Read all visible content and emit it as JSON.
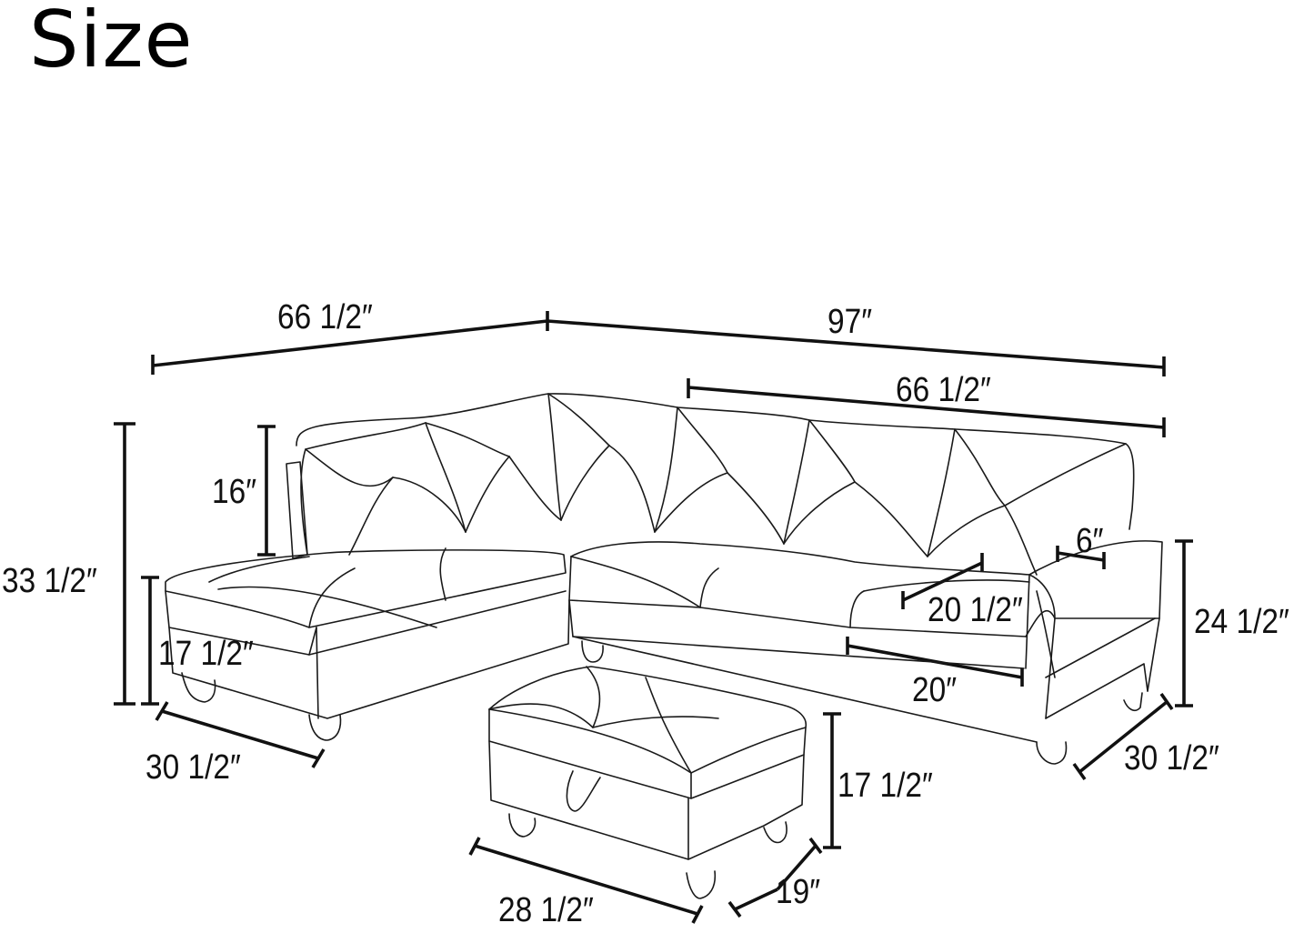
{
  "title": "Size",
  "colors": {
    "line": "#1a1a1a",
    "background": "#ffffff"
  },
  "dimensions": {
    "overall_left_width": "66 1/2″",
    "overall_right_width": "97″",
    "sofa_back_width": "66 1/2″",
    "backrest_height": "16″",
    "total_height": "33 1/2″",
    "seat_height": "17 1/2″",
    "chaise_depth": "30 1/2″",
    "arm_width": "6″",
    "seat_depth": "20 1/2″",
    "seat_cushion_width": "20″",
    "arm_height": "24 1/2″",
    "sofa_depth": "30 1/2″",
    "ottoman_height": "17 1/2″",
    "ottoman_length": "28 1/2″",
    "ottoman_width": "19″"
  },
  "components": [
    "chaise",
    "corner-sofa",
    "ottoman"
  ]
}
